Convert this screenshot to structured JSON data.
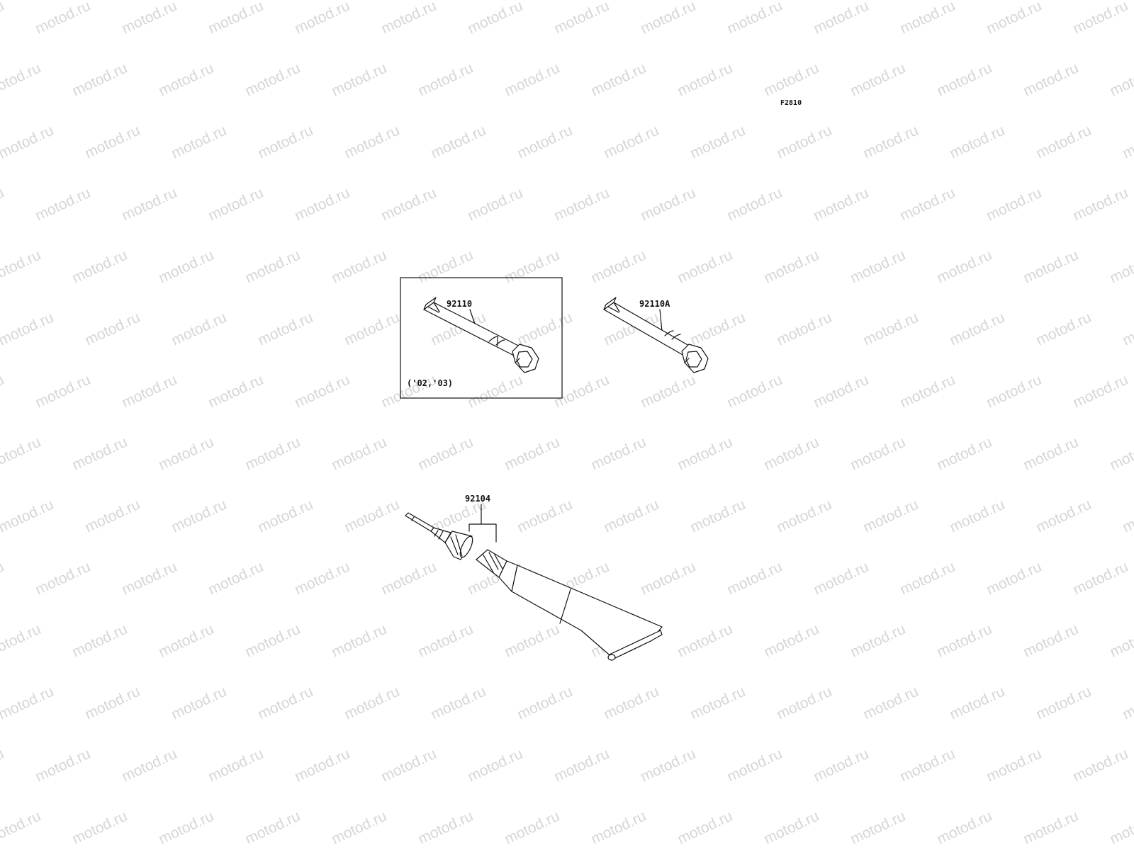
{
  "watermark": {
    "text": "motod.ru",
    "color": "#d6d6d6"
  },
  "figure": {
    "code": "F2810"
  },
  "parts": {
    "wrench_boxed": {
      "number": "92110",
      "variant_note": "('02,'03)"
    },
    "wrench_plain": {
      "number": "92110A"
    },
    "grease_tube": {
      "number": "92104"
    }
  },
  "colors": {
    "line": "#111111",
    "background": "#ffffff",
    "watermark": "#d6d6d6"
  }
}
